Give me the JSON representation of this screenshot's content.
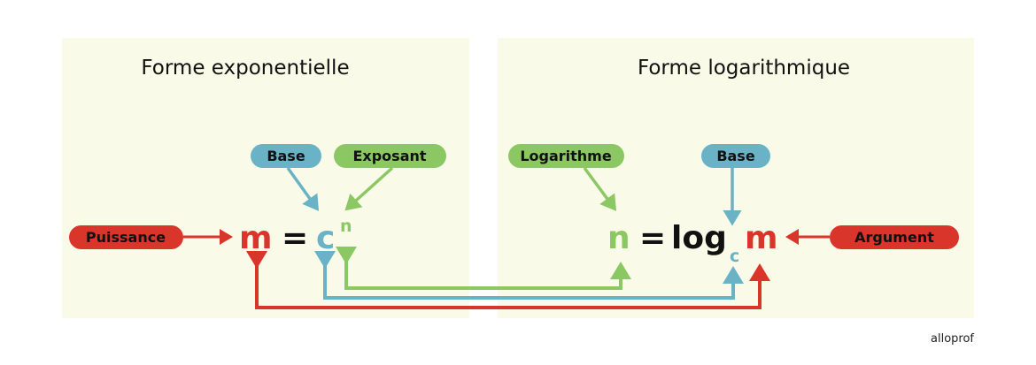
{
  "panels": {
    "left": {
      "title": "Forme exponentielle"
    },
    "right": {
      "title": "Forme logarithmique"
    }
  },
  "labels": {
    "left_base": "Base",
    "exposant": "Exposant",
    "puissance": "Puissance",
    "logarithme": "Logarithme",
    "right_base": "Base",
    "argument": "Argument"
  },
  "equation_exp": {
    "m": "m",
    "equals": "=",
    "c": "c",
    "n": "n"
  },
  "equation_log": {
    "n": "n",
    "equals": "=",
    "log": "log",
    "c": "c",
    "m": "m"
  },
  "logo": "alloprof",
  "colors": {
    "background": "#fafae8",
    "red": "#d9352b",
    "blue": "#6ab3c7",
    "green": "#8bc863"
  }
}
